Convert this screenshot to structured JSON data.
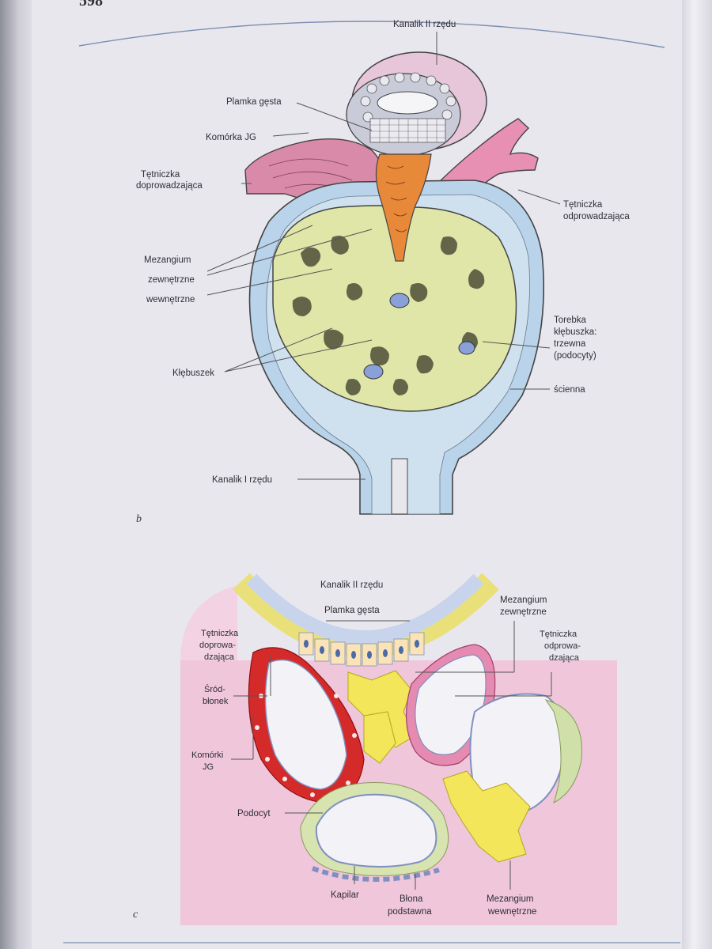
{
  "page": {
    "number": "598"
  },
  "figure_b": {
    "panel_letter": "b",
    "labels": {
      "kanalik_ii": "Kanalik II rzędu",
      "plamka": "Plamka gęsta",
      "komorka_jg": "Komórka JG",
      "t_doprow_1": "Tętniczka",
      "t_doprow_2": "doprowadzająca",
      "t_odprow_1": "Tętniczka",
      "t_odprow_2": "odprowadzająca",
      "mezangium": "Mezangium",
      "zewnetrzne": "zewnętrzne",
      "wewnetrzne": "wewnętrzne",
      "torebka_1": "Torebka",
      "torebka_2": "kłębuszka:",
      "torebka_3": "trzewna",
      "torebka_4": "(podocyty)",
      "scienna": "ścienna",
      "klebuszek": "Kłębuszek",
      "kanalik_i": "Kanalik I rzędu"
    }
  },
  "figure_c": {
    "panel_letter": "c",
    "labels": {
      "kanalik_ii": "Kanalik II rzędu",
      "plamka": "Plamka gęsta",
      "mez_zew_1": "Mezangium",
      "mez_zew_2": "zewnętrzne",
      "t_doprow_1": "Tętniczka",
      "t_doprow_2": "doprowa-",
      "t_doprow_3": "dzająca",
      "t_odprow_1": "Tętniczka",
      "t_odprow_2": "odprowa-",
      "t_odprow_3": "dzająca",
      "srodblonek_1": "Śród-",
      "srodblonek_2": "błonek",
      "komorki_jg_1": "Komórki",
      "komorki_jg_2": "JG",
      "podocyt": "Podocyt",
      "kapilar": "Kapilar",
      "blona_1": "Błona",
      "blona_2": "podstawna",
      "mez_wew_1": "Mezangium",
      "mez_wew_2": "wewnętrzne"
    }
  },
  "colors": {
    "capsule": "#b9d3ea",
    "glomerulus": "#dfe6a8",
    "afferent": "#e07a9a",
    "efferent": "#e58ab0",
    "mesangium_orange": "#e8893a",
    "tubule_pink": "#e9bfd6",
    "jg_red": "#d42a2a",
    "mesangium_yellow": "#f4e65a",
    "podocyte_green": "#d7e4b0",
    "background_pink": "#f0c6da"
  }
}
